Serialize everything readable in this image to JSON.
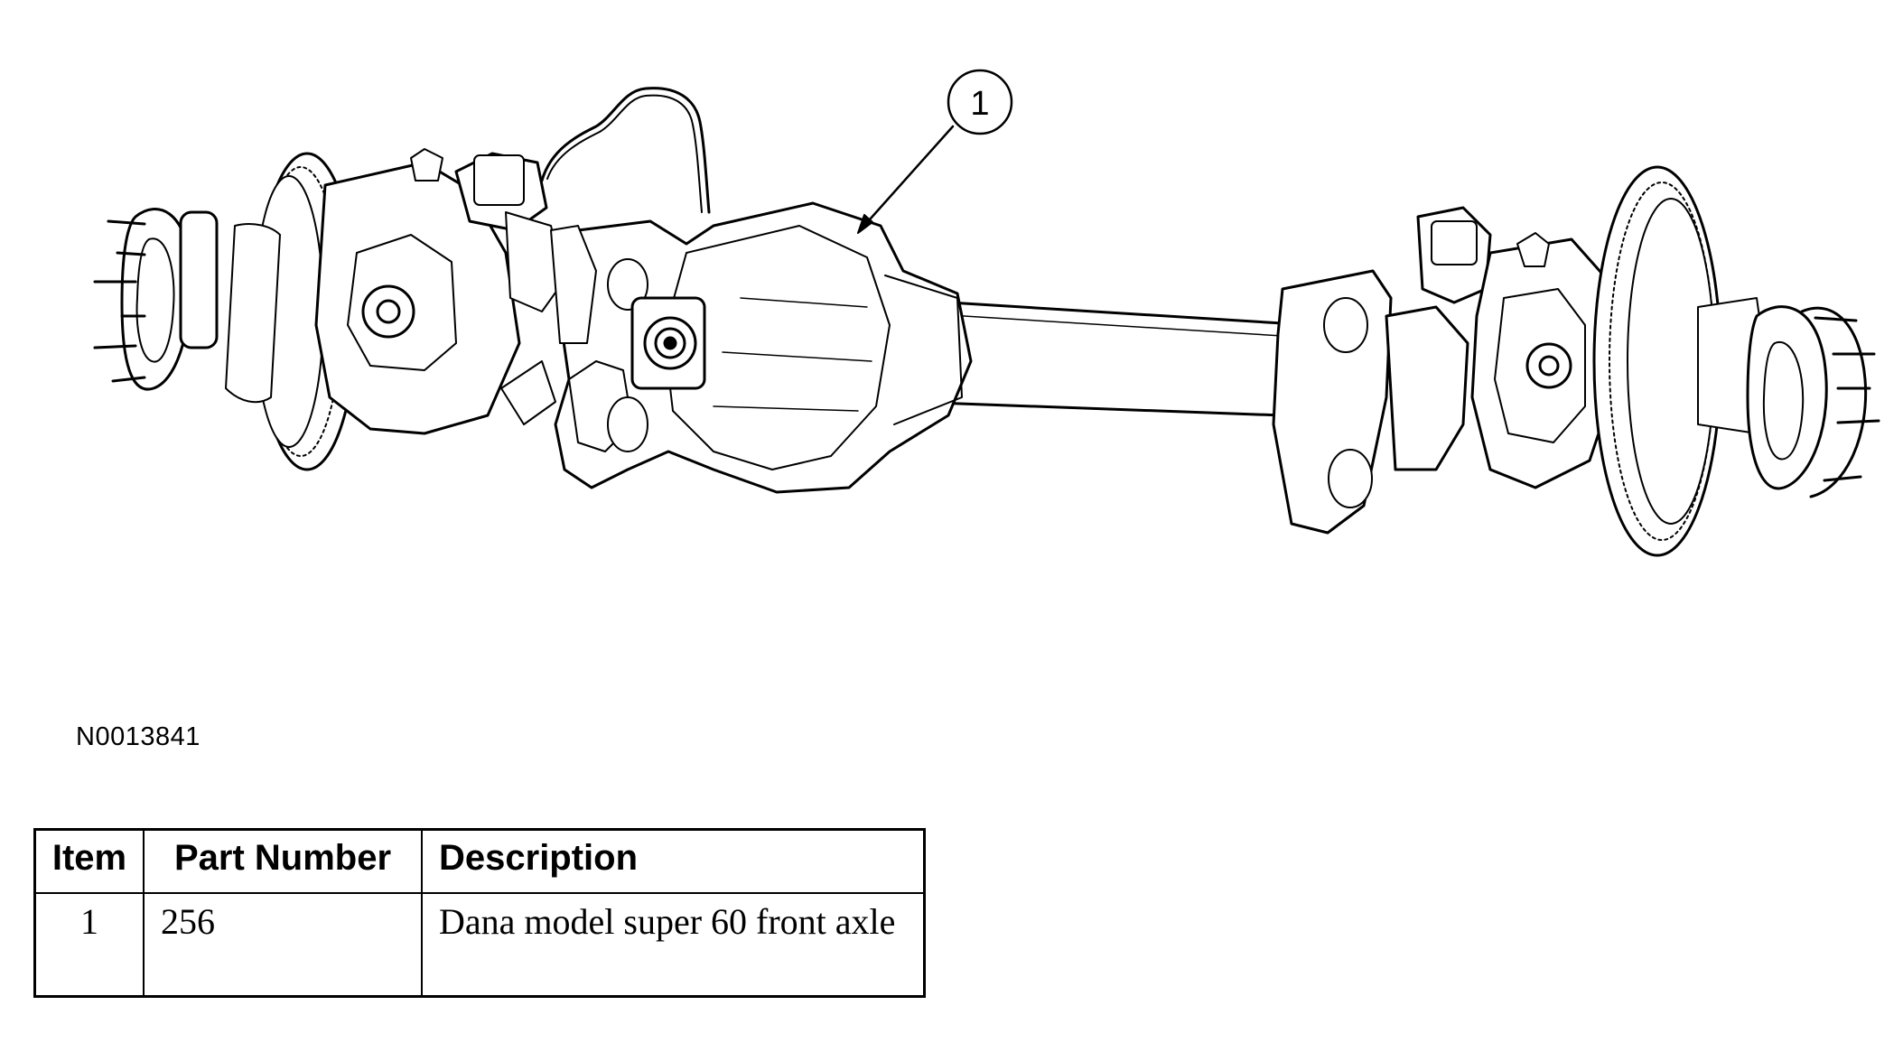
{
  "figure": {
    "callouts": [
      {
        "label": "1"
      }
    ],
    "id": "N0013841"
  },
  "table": {
    "headers": {
      "item": "Item",
      "part_number": "Part Number",
      "description": "Description"
    },
    "rows": [
      {
        "item": "1",
        "part_number": "256",
        "description": "Dana model super 60 front axle"
      }
    ]
  }
}
